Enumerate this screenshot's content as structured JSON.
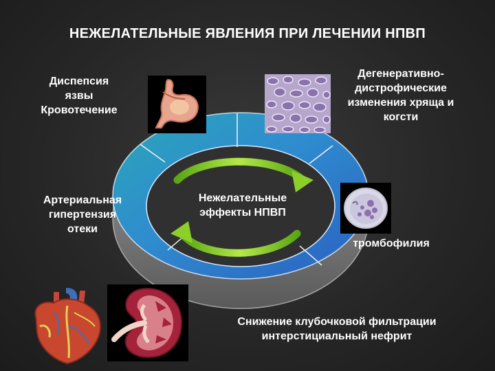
{
  "title": "НЕЖЕЛАТЕЛЬНЫЕ ЯВЛЕНИЯ ПРИ ЛЕЧЕНИИ НПВП",
  "center": {
    "text": "Нежелательные\nэффекты НПВП"
  },
  "effects": {
    "gi": "Диспепсия\nязвы\nКровотечение",
    "cartilage": "Дегенеративно-\nдистрофические\nизменения хряща и\nкогсти",
    "hypertension": "Артериальная\nгипертензия\nотеки",
    "thrombophilia": "тромбофилия",
    "renal": "Снижение клубочковой фильтрации\nинтерстициальный нефрит"
  },
  "images": {
    "stomach": "stomach-icon",
    "cartilage_cells": "cartilage-cells-icon",
    "platelets": "platelet-cell-icon",
    "heart": "heart-icon",
    "kidney": "kidney-icon"
  },
  "colors": {
    "background": "#262626",
    "ring_blue": "#2f7fd0",
    "ring_teal": "#2aa6b8",
    "ring_base": "#8a8a8a",
    "arrow_green": "#8ccf2a",
    "text": "#ffffff"
  }
}
